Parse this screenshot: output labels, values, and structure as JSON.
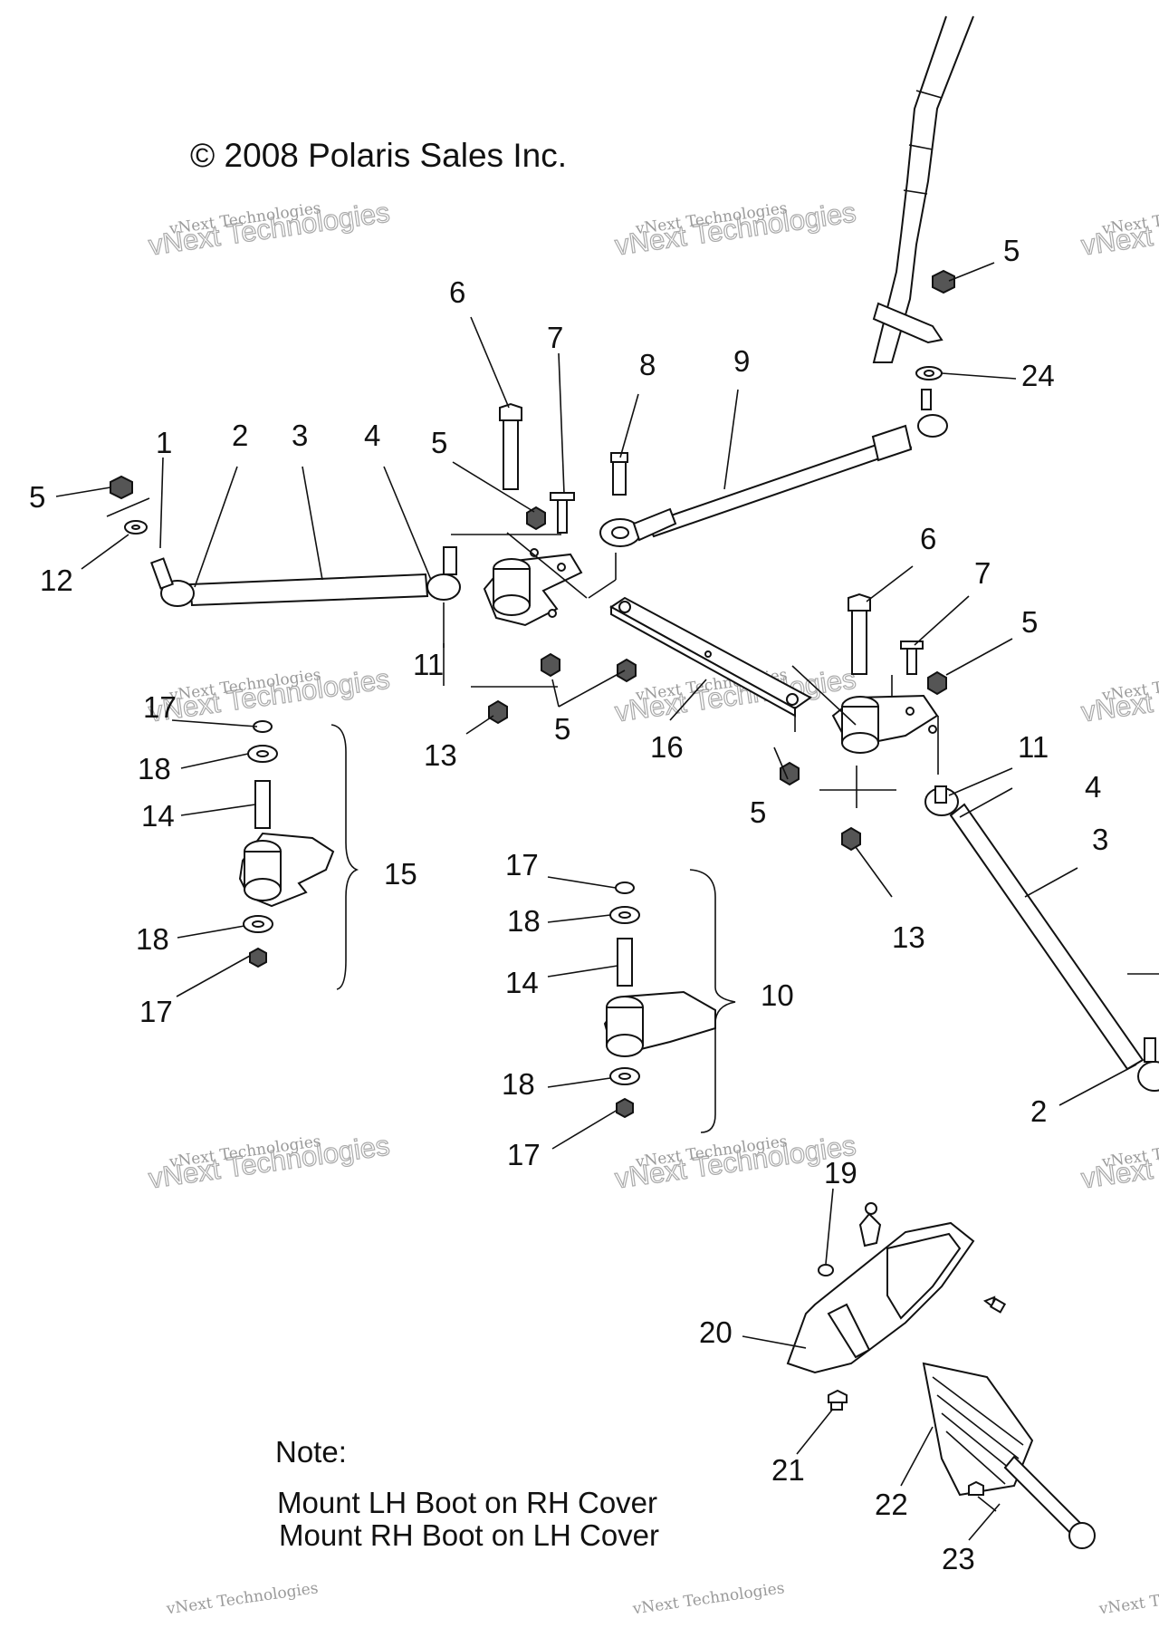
{
  "copyright": "© 2008 Polaris Sales Inc.",
  "watermark": {
    "line1": "vNext Technologies",
    "line2": "vNext Technologies"
  },
  "note": {
    "title": "Note:",
    "line1": "Mount LH Boot on RH Cover",
    "line2": "Mount RH Boot on LH Cover"
  },
  "callouts": {
    "c1": "1",
    "c2a": "2",
    "c2b": "2",
    "c3a": "3",
    "c3b": "3",
    "c4a": "4",
    "c4b": "4",
    "c5a": "5",
    "c5b": "5",
    "c5c": "5",
    "c5d": "5",
    "c5e": "5",
    "c5f": "5",
    "c6a": "6",
    "c6b": "6",
    "c7a": "7",
    "c7b": "7",
    "c8": "8",
    "c9": "9",
    "c10": "10",
    "c11a": "11",
    "c11b": "11",
    "c12": "12",
    "c13a": "13",
    "c13b": "13",
    "c14a": "14",
    "c14b": "14",
    "c15": "15",
    "c16": "16",
    "c17a": "17",
    "c17b": "17",
    "c17c": "17",
    "c17d": "17",
    "c18a": "18",
    "c18b": "18",
    "c18c": "18",
    "c18d": "18",
    "c19": "19",
    "c20": "20",
    "c21": "21",
    "c22": "22",
    "c23": "23",
    "c24": "24"
  }
}
